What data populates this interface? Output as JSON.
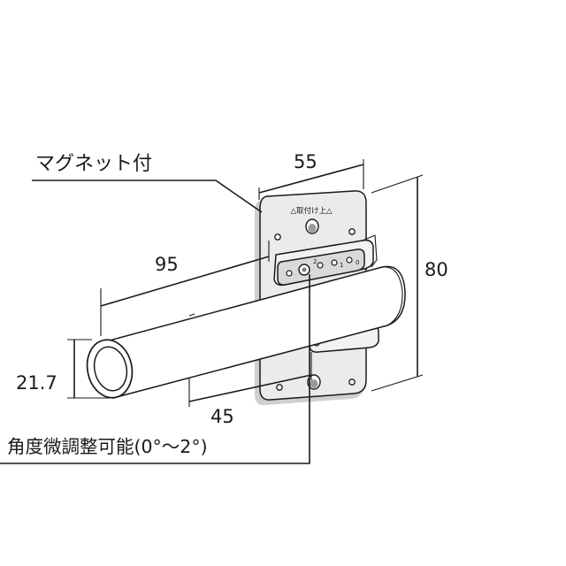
{
  "labels": {
    "magnet": "マグネット付",
    "angle_adjust": "角度微調整可能(0°〜2°)",
    "plate_marking": "△取付け上△"
  },
  "dimensions": {
    "width": "55",
    "height": "80",
    "arm_length": "95",
    "pipe_diameter": "21.7",
    "offset": "45"
  },
  "scale_marks": [
    "2",
    "1",
    "0"
  ]
}
